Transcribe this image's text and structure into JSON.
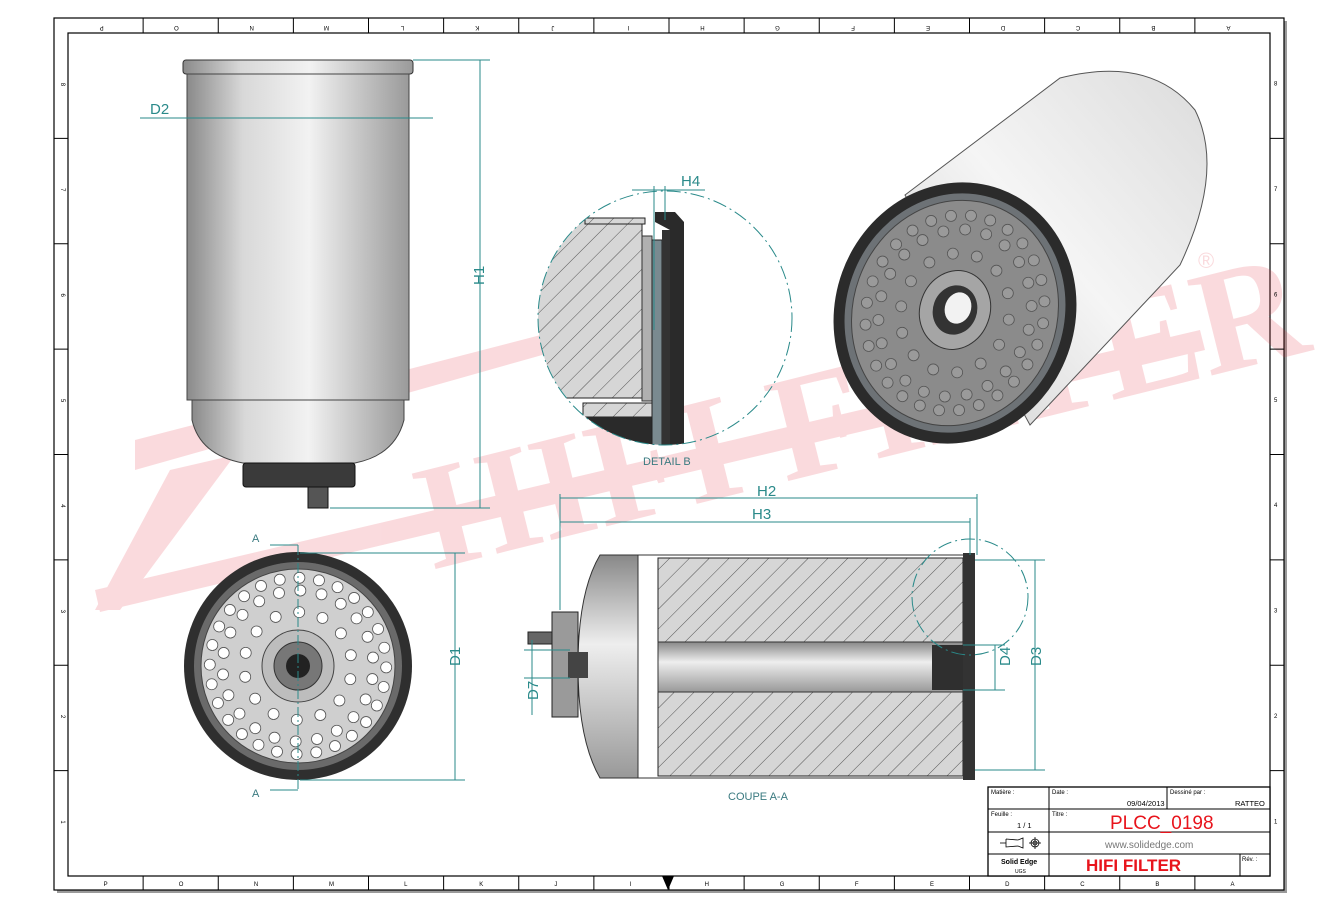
{
  "watermark": {
    "text": "HIFI FILTER",
    "registered": "®",
    "color": "#e63946"
  },
  "border": {
    "columns": [
      "P",
      "O",
      "N",
      "M",
      "L",
      "K",
      "J",
      "I",
      "H",
      "G",
      "F",
      "E",
      "D",
      "C",
      "B",
      "A"
    ],
    "rows": [
      "8",
      "7",
      "6",
      "5",
      "4",
      "3",
      "2",
      "1"
    ]
  },
  "dimensions": {
    "d1": "D1",
    "d2": "D2",
    "d3": "D3",
    "d4": "D4",
    "d7": "D7",
    "h1": "H1",
    "h2": "H2",
    "h3": "H3",
    "h4": "H4"
  },
  "section_marker": "A",
  "labels": {
    "detail": "DETAIL B",
    "section": "COUPE A-A"
  },
  "title_block": {
    "material_label": "Matière :",
    "date_label": "Date :",
    "date": "09/04/2013",
    "drawn_by_label": "Dessiné par :",
    "drawn_by": "RATTEO",
    "sheet_label": "Feuille :",
    "sheet": "1 / 1",
    "title_label": "Titre :",
    "title": "PLCC_0198",
    "website": "www.solidedge.com",
    "software": "Solid Edge",
    "units": "UGS",
    "company": "HIFI FILTER",
    "revision_label": "Rév. :",
    "accent": "#e8141c"
  }
}
